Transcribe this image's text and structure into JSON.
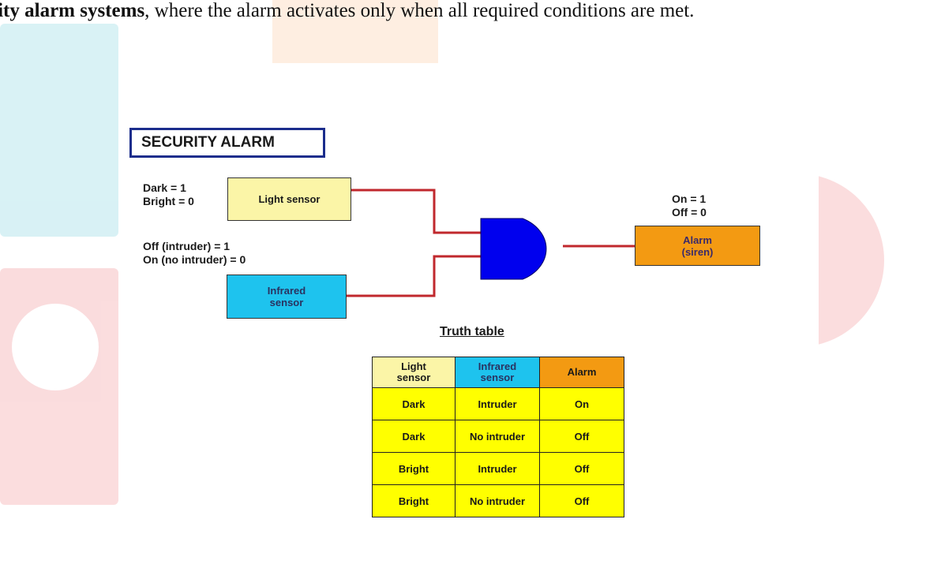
{
  "header_text": {
    "bold": "rity alarm systems",
    "rest": ", where the alarm activates only when all required conditions are met."
  },
  "diagram": {
    "title": "SECURITY ALARM",
    "light_sensor_states": [
      "Dark = 1",
      "Bright = 0"
    ],
    "light_sensor_label": "Light sensor",
    "infrared_states": [
      "Off (intruder) = 1",
      "On (no intruder) = 0"
    ],
    "infrared_label_lines": [
      "Infrared",
      "sensor"
    ],
    "alarm_states": [
      "On = 1",
      "Off = 0"
    ],
    "alarm_label_lines": [
      "Alarm",
      "(siren)"
    ],
    "gate_type": "AND",
    "colors": {
      "title_border": "#1b2d8c",
      "light_sensor": "#fbf5a7",
      "infrared_sensor": "#1ec3ee",
      "alarm": "#f39a12",
      "gate": "#0000ee",
      "wire": "#c0282d",
      "table_cells": "#ffff00"
    }
  },
  "truth_table": {
    "title": "Truth table",
    "headers": [
      [
        "Light",
        "sensor"
      ],
      [
        "Infrared",
        "sensor"
      ],
      [
        "Alarm"
      ]
    ],
    "rows": [
      [
        "Dark",
        "Intruder",
        "On"
      ],
      [
        "Dark",
        "No intruder",
        "Off"
      ],
      [
        "Bright",
        "Intruder",
        "Off"
      ],
      [
        "Bright",
        "No intruder",
        "Off"
      ]
    ]
  }
}
